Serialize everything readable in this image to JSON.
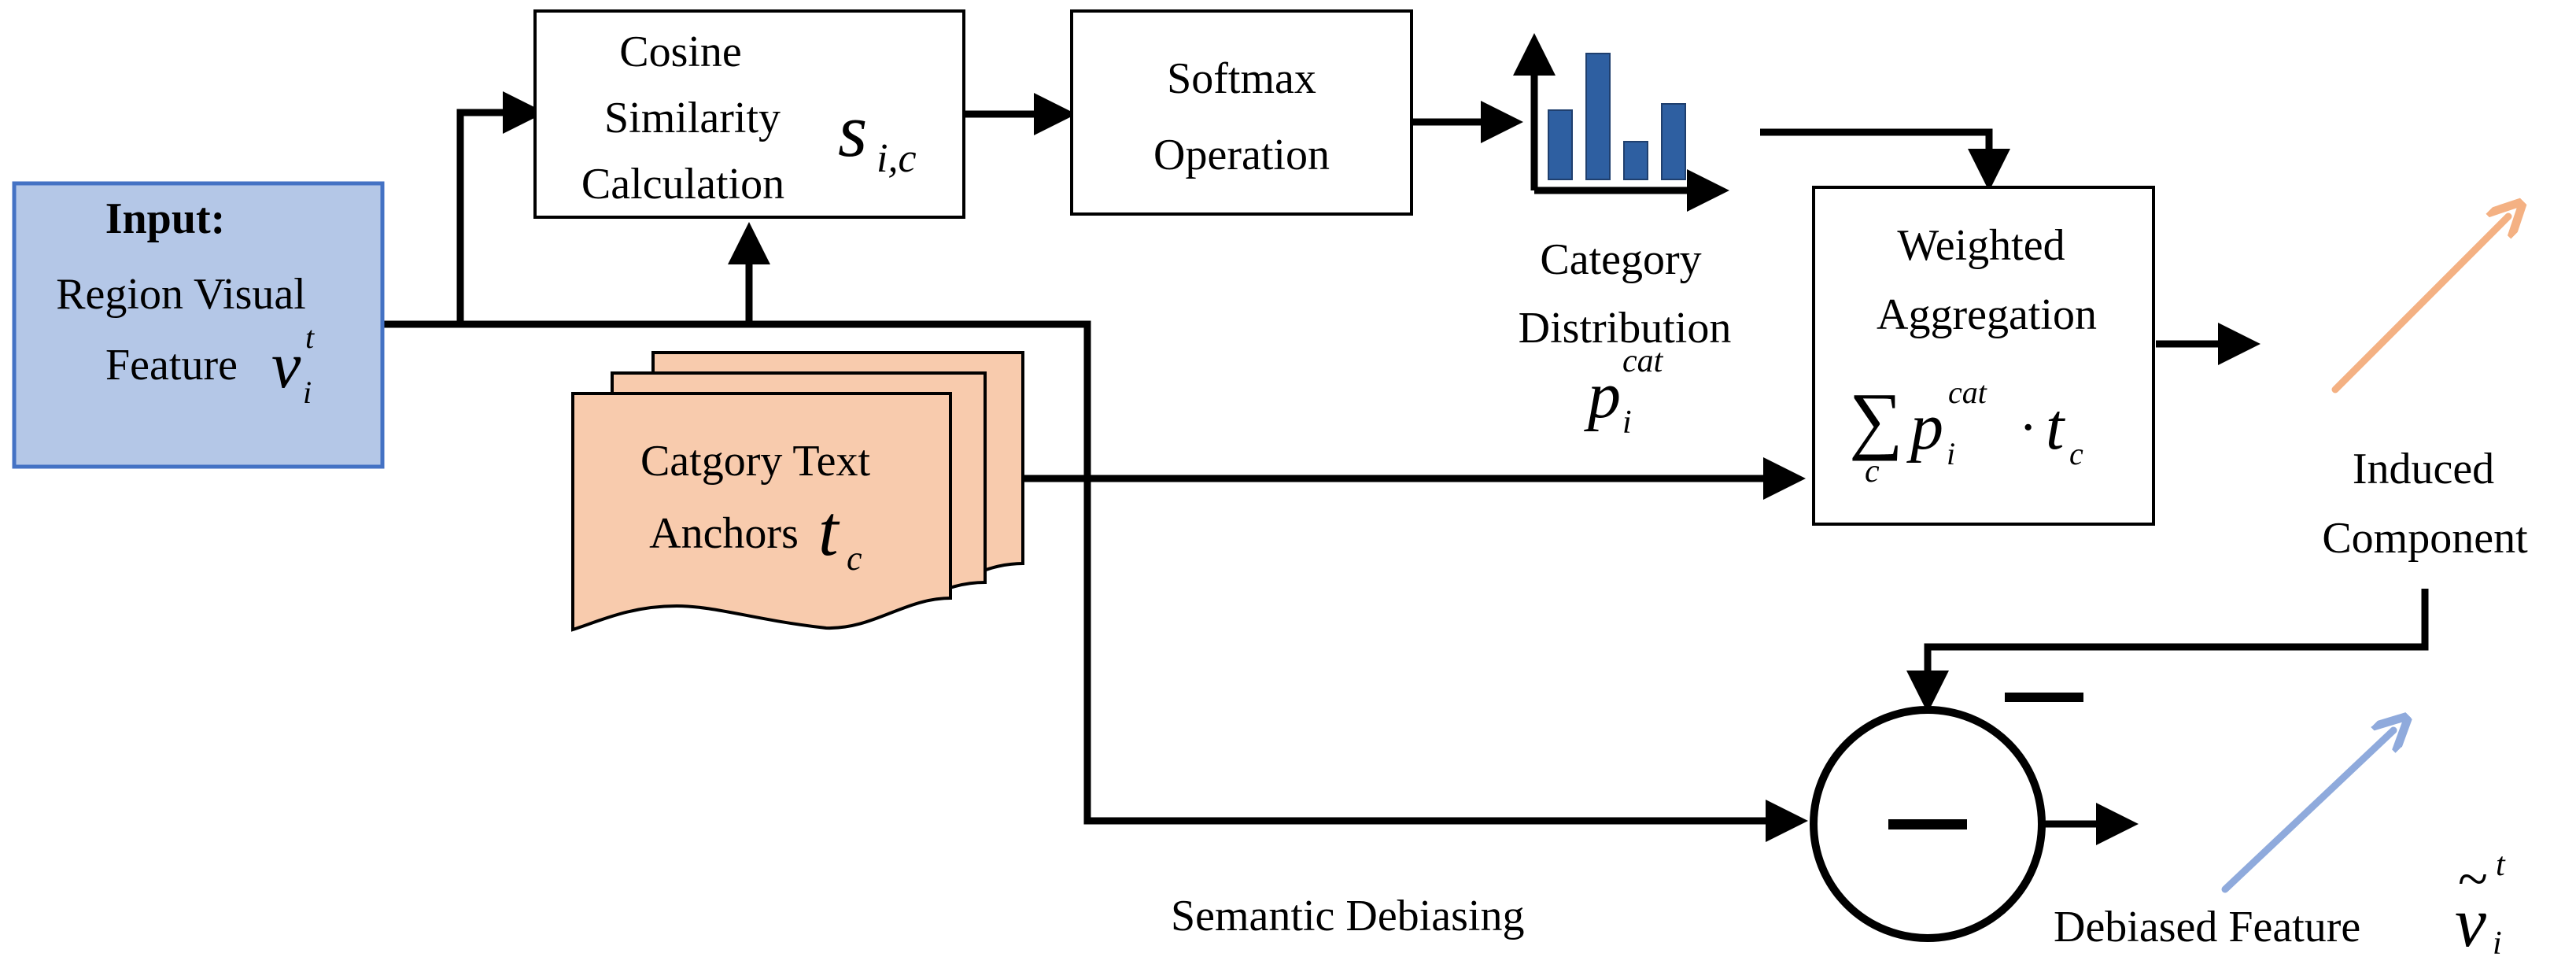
{
  "input_box": {
    "title": "Input:",
    "line1": "Region Visual",
    "line2": "Feature",
    "symbol": "v",
    "sup": "t",
    "sub": "i",
    "fill": "#b4c7e7",
    "border": "#4472c4"
  },
  "cosine_box": {
    "line1": "Cosine",
    "line2": "Similarity",
    "line3": "Calculation",
    "symbol": "s",
    "sub": "i,c"
  },
  "softmax_box": {
    "line1": "Softmax",
    "line2": "Operation"
  },
  "histogram": {
    "values": [
      0.55,
      1.0,
      0.3,
      0.6
    ],
    "color": "#2e5fa1",
    "label1": "Category",
    "label2": "Distribution",
    "symbol": "p",
    "sup": "cat",
    "sub": "i"
  },
  "weighted_box": {
    "line1": "Weighted",
    "line2": "Aggregation",
    "sum_symbol": "∑",
    "sum_sub": "c",
    "p": "p",
    "p_sup": "cat",
    "p_sub": "i",
    "dot": "·",
    "t": "t",
    "t_sub": "c"
  },
  "anchors": {
    "line1": "Catgory Text",
    "line2": "Anchors",
    "symbol": "t",
    "sub": "c",
    "fill": "#f8cbad"
  },
  "induced": {
    "line1": "Induced",
    "line2": "Component",
    "arrow_color": "#f4b183"
  },
  "subtract": {
    "minus_label": "−"
  },
  "debiasing_label": "Semantic Debiasing",
  "debiased": {
    "label": "Debiased Feature",
    "symbol": "v",
    "tilde": "~",
    "sup": "t",
    "sub": "i",
    "arrow_color": "#8faadc"
  }
}
